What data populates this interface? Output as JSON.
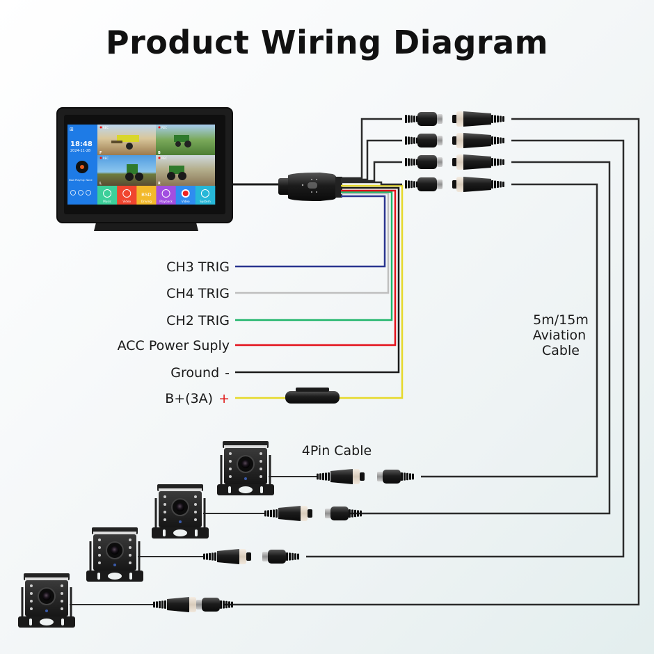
{
  "title": "Product Wiring Diagram",
  "monitor": {
    "clock": "18:48",
    "date": "2024-11-28",
    "now_playing": "Now Playing: None",
    "rec_label": "REC",
    "quad_labels": [
      "F",
      "B",
      "L",
      "R"
    ],
    "menu": [
      {
        "label": "Music",
        "icon": "music-note-icon",
        "color": "#3ccf9a"
      },
      {
        "label": "Video",
        "icon": "video-play-icon",
        "color": "#f0452f"
      },
      {
        "label": "Driving",
        "icon": "bsd-icon",
        "icon_text": "BSD",
        "color": "#f2b92b"
      },
      {
        "label": "Playback",
        "icon": "playback-icon",
        "color": "#a24ee0"
      },
      {
        "label": "Video",
        "icon": "record-icon",
        "color": "#2f8cf0"
      },
      {
        "label": "System",
        "icon": "gear-icon",
        "color": "#26b7d8"
      }
    ],
    "sidebar_color": "#1e7be6"
  },
  "wires": [
    {
      "label": "CH3 TRIG",
      "color": "#2a3590"
    },
    {
      "label": "CH4 TRIG",
      "color": "#bfbfbf"
    },
    {
      "label": "CH2 TRIG",
      "color": "#1fb56a"
    },
    {
      "label": "ACC Power Suply",
      "color": "#e3101a"
    },
    {
      "label": "Ground",
      "suffix": "-",
      "color": "#1a1a1a"
    },
    {
      "label": "B+(3A)",
      "suffix": "+",
      "suffix_color": "#e01515",
      "color": "#e6d92a"
    }
  ],
  "aviation_cable_label": [
    "5m/15m",
    "Aviation",
    "Cable"
  ],
  "pin_cable_label": "4Pin Cable",
  "cable_color": "#2b2b2b",
  "camera_count": 4
}
